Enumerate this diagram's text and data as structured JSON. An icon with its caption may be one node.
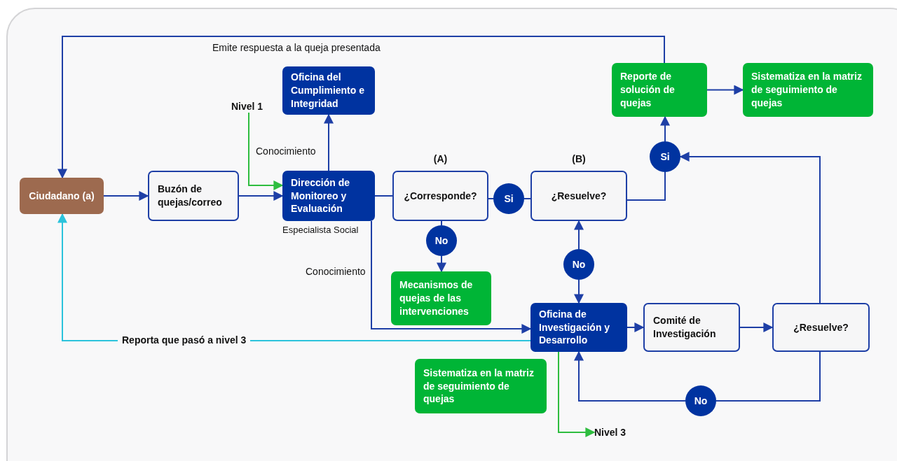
{
  "diagram": {
    "nodes": [
      {
        "text": [
          "Ciudadano (a)"
        ]
      },
      {
        "text": [
          "Buzón de quejas/correo"
        ]
      },
      {
        "text": [
          "Oficina del Cumplimiento e Integridad"
        ]
      },
      {
        "text": [
          "Nivel 1"
        ]
      },
      {
        "text": [
          "Dirección de Monitoreo y Evaluación"
        ],
        "beside": [
          "Especialista Social"
        ]
      },
      {
        "text": [
          "(A)",
          "¿Corresponde?"
        ]
      },
      {
        "text": [
          "Si"
        ]
      },
      {
        "text": [
          "(B)",
          "¿Resuelve?"
        ]
      },
      {
        "text": [
          "No"
        ]
      },
      {
        "text": [
          "Mecanismos de quejas de las intervenciones"
        ]
      },
      {
        "text": [
          "Si"
        ]
      },
      {
        "text": [
          "Reporte de solución de quejas"
        ]
      },
      {
        "text": [
          "Sistematiza en la matriz de seguimiento de quejas"
        ]
      },
      {
        "text": [
          "No"
        ]
      },
      {
        "text": [
          "Oficina de Investigación y Desarrollo"
        ]
      },
      {
        "text": [
          "Comité de Investigación"
        ]
      },
      {
        "text": [
          "¿Resuelve?"
        ]
      },
      {
        "text": [
          "No"
        ]
      },
      {
        "text": [
          "Sistematiza en la matriz de seguimiento de quejas"
        ]
      },
      {
        "text": [
          "Nivel 3"
        ]
      }
    ],
    "edges": [
      {
        "from": 11,
        "to": 0,
        "arrow": "to",
        "label": "Emite respuesta a la queja presentada"
      },
      {
        "from": 0,
        "to": 1,
        "arrow": "to"
      },
      {
        "from": 1,
        "to": 4,
        "arrow": "to"
      },
      {
        "from": 3,
        "to": 4,
        "arrow": "to",
        "color": "#2ebd3f"
      },
      {
        "from": 4,
        "to": 2,
        "arrow": "to",
        "label": "Conocimiento"
      },
      {
        "from": 4,
        "to": 5,
        "arrow": "none"
      },
      {
        "from": 5,
        "to": 6,
        "arrow": "none"
      },
      {
        "from": 6,
        "to": 7,
        "arrow": "none"
      },
      {
        "from": 5,
        "to": 8,
        "arrow": "none"
      },
      {
        "from": 8,
        "to": 9,
        "arrow": "to"
      },
      {
        "from": 7,
        "to": 10,
        "arrow": "none"
      },
      {
        "from": 10,
        "to": 11,
        "arrow": "to"
      },
      {
        "from": 13,
        "to": 7,
        "arrow": "to"
      },
      {
        "from": 13,
        "to": 14,
        "arrow": "to"
      },
      {
        "from": 4,
        "to": 14,
        "arrow": "to",
        "label": "Conocimiento"
      },
      {
        "from": 14,
        "to": 0,
        "arrow": "to",
        "label": "Reporta que pasó a nivel 3",
        "color": "#2bc3dc"
      },
      {
        "from": 14,
        "to": 15,
        "arrow": "to"
      },
      {
        "from": 15,
        "to": 16,
        "arrow": "to"
      },
      {
        "from": 16,
        "to": 10,
        "arrow": "to"
      },
      {
        "from": 16,
        "to": 17,
        "arrow": "none"
      },
      {
        "from": 17,
        "to": 14,
        "arrow": "to"
      },
      {
        "from": 11,
        "to": 12,
        "arrow": "to"
      },
      {
        "from": 14,
        "to": 19,
        "arrow": "to",
        "color": "#2ebd3f"
      }
    ]
  }
}
